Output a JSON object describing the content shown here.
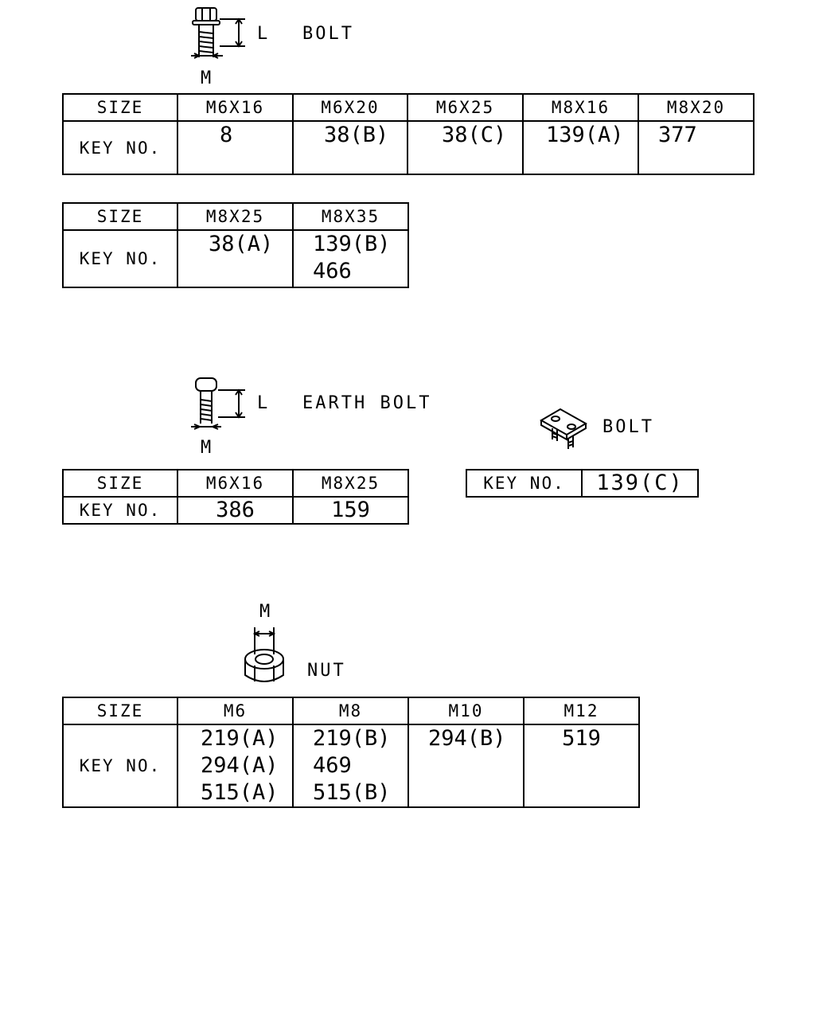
{
  "bolt": {
    "name": "BOLT",
    "dim_length": "L",
    "dim_diameter": "M",
    "row_size": "SIZE",
    "row_key": "KEY NO.",
    "table1": {
      "sizes": [
        "M6X16",
        "M6X20",
        "M6X25",
        "M8X16",
        "M8X20"
      ],
      "keys": [
        [
          "8"
        ],
        [
          "38(B)"
        ],
        [
          "38(C)"
        ],
        [
          "139(A)"
        ],
        [
          "377"
        ]
      ]
    },
    "table2": {
      "sizes": [
        "M8X25",
        "M8X35"
      ],
      "keys": [
        [
          "38(A)"
        ],
        [
          "139(B)",
          "466"
        ]
      ]
    }
  },
  "earth_bolt": {
    "name": "EARTH BOLT",
    "dim_length": "L",
    "dim_diameter": "M",
    "row_size": "SIZE",
    "row_key": "KEY NO.",
    "sizes": [
      "M6X16",
      "M8X25"
    ],
    "keys": [
      [
        "386"
      ],
      [
        "159"
      ]
    ]
  },
  "plate_bolt": {
    "name": "BOLT",
    "row_key": "KEY NO.",
    "keys": [
      "139(C)"
    ]
  },
  "nut": {
    "name": "NUT",
    "dim_diameter": "M",
    "row_size": "SIZE",
    "row_key": "KEY NO.",
    "sizes": [
      "M6",
      "M8",
      "M10",
      "M12"
    ],
    "keys": [
      [
        "219(A)",
        "294(A)",
        "515(A)"
      ],
      [
        "219(B)",
        "469",
        "515(B)"
      ],
      [
        "294(B)"
      ],
      [
        "519"
      ]
    ]
  }
}
